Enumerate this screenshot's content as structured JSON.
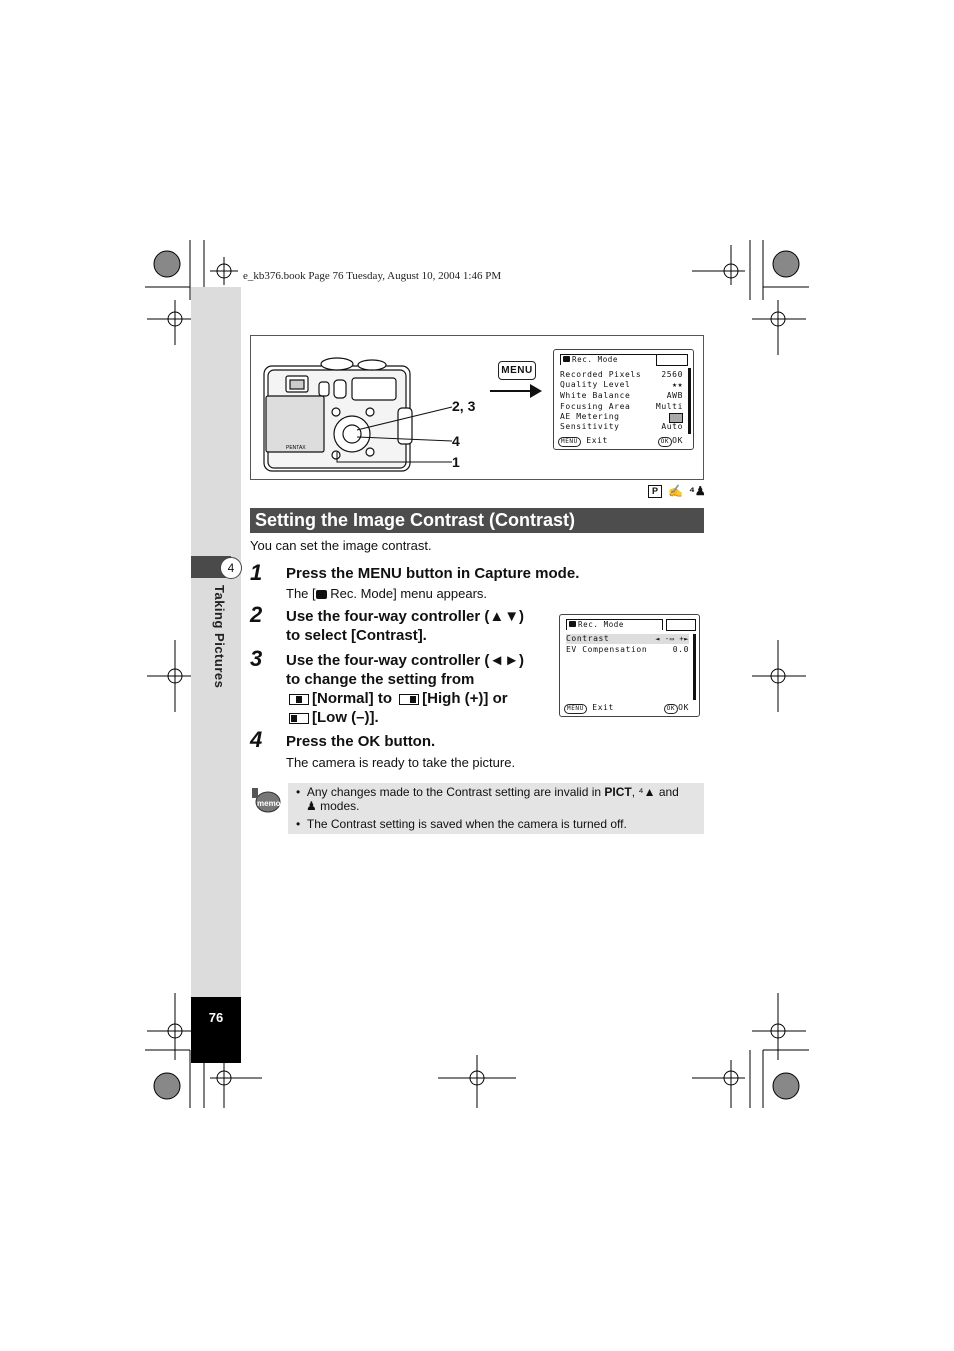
{
  "header": {
    "print_line": "e_kb376.book  Page 76  Tuesday, August 10, 2004  1:46 PM"
  },
  "sidebar": {
    "chapter_number": "4",
    "chapter_title": "Taking Pictures",
    "page_number": "76"
  },
  "figure": {
    "menu_key": "MENU",
    "camera_brand": "PENTAX",
    "callouts": [
      "2, 3",
      "4",
      "1"
    ],
    "lcd1": {
      "tab": "Rec. Mode",
      "rows": [
        {
          "label": "Recorded Pixels",
          "value": "2560"
        },
        {
          "label": "Quality Level",
          "value": "★★"
        },
        {
          "label": "White Balance",
          "value": "AWB"
        },
        {
          "label": "Focusing Area",
          "value": "Multi"
        },
        {
          "label": "AE Metering",
          "value": ""
        },
        {
          "label": "Sensitivity",
          "value": "Auto"
        }
      ],
      "exit_key": "MENU",
      "exit_label": "Exit",
      "ok_key": "OK",
      "ok_label": "OK"
    }
  },
  "section": {
    "title": "Setting the Image Contrast (Contrast)",
    "intro": "You can set the image contrast."
  },
  "steps": [
    {
      "num": "1",
      "text": "Press the MENU button in Capture mode.",
      "note_pre": "The [",
      "note_post": " Rec. Mode] menu appears."
    },
    {
      "num": "2",
      "line1": "Use the four-way controller (▲▼)",
      "line2": "to select [Contrast]."
    },
    {
      "num": "3",
      "line1": "Use the four-way controller (◄►)",
      "line2": "to change the setting from",
      "normal": "[Normal] to",
      "high": "[High (+)] or",
      "low": "[Low (–)]."
    },
    {
      "num": "4",
      "text": "Press the OK button.",
      "note": "The camera is ready to take the picture."
    }
  ],
  "lcd2": {
    "tab": "Rec. Mode",
    "rows": [
      {
        "label": "Contrast",
        "value": ""
      },
      {
        "label": "EV Compensation",
        "value": "0.0"
      }
    ],
    "exit_key": "MENU",
    "exit_label": "Exit",
    "ok_key": "OK",
    "ok_label": "OK"
  },
  "memo": {
    "label": "memo",
    "item1_a": "Any changes made to the Contrast setting are invalid in",
    "item1_pict": "PICT",
    "item1_b": ",",
    "item1_c": "and",
    "item1_d": "modes.",
    "item2": "The Contrast setting is saved when the camera is turned off."
  },
  "colors": {
    "heading_bg": "#4d4d4d",
    "band": "#dcdcdc",
    "memo_bg": "#e4e4e4"
  }
}
